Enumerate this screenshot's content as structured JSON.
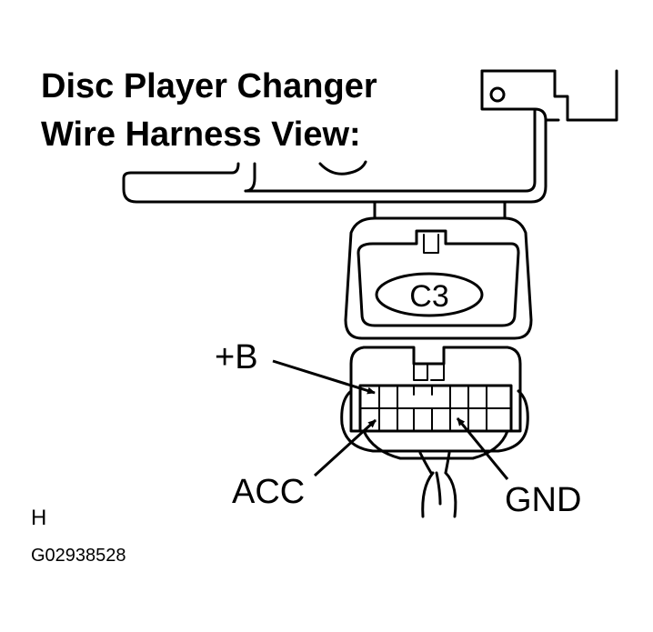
{
  "title": {
    "line1": "Disc Player Changer",
    "line2": "Wire Harness View:"
  },
  "connector": {
    "label": "C3"
  },
  "pins": {
    "plus_b": "+B",
    "acc": "ACC",
    "gnd": "GND"
  },
  "footer": {
    "view_letter": "H",
    "figure_code": "G02938528"
  }
}
